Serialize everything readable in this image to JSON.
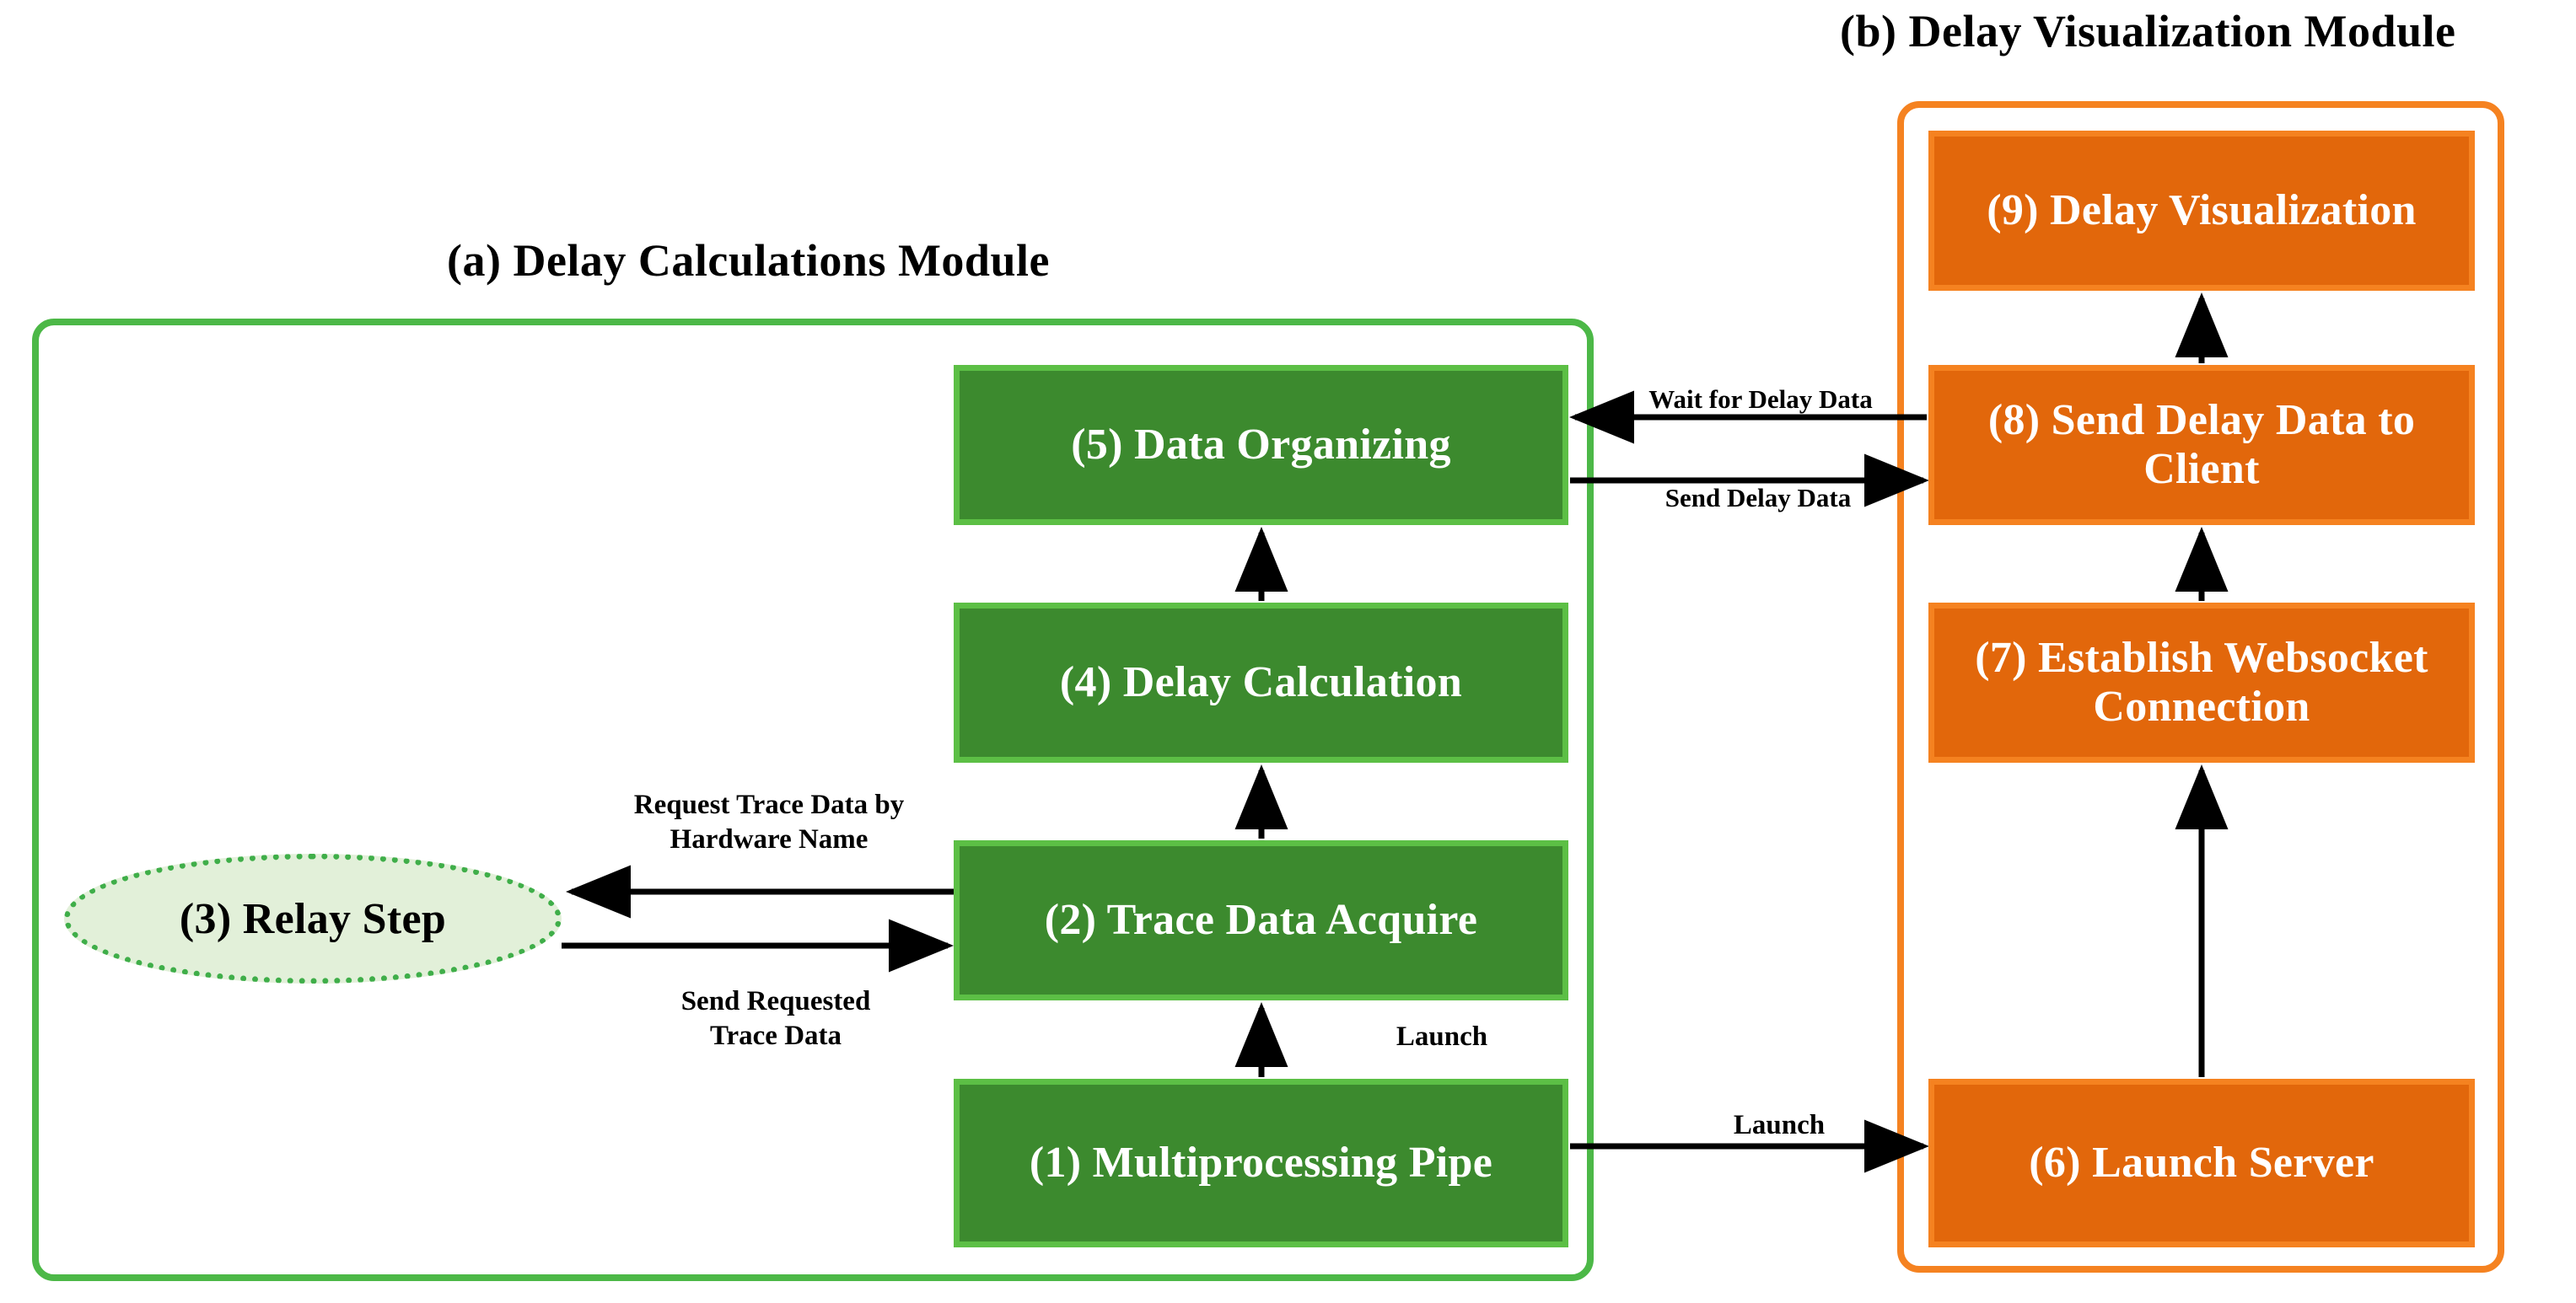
{
  "diagram": {
    "modules": [
      {
        "id": "a",
        "title": "(a) Delay Calculations  Module",
        "accent": "#4CB847"
      },
      {
        "id": "b",
        "title": "(b) Delay Visualization  Module",
        "accent": "#F58220"
      }
    ],
    "nodes": [
      {
        "id": "1",
        "label": "(1) Multiprocessing Pipe",
        "module": "a",
        "shape": "rect",
        "fill": "#3C8A2E",
        "border": "#5CBF45",
        "text_color": "#FFFFFF"
      },
      {
        "id": "2",
        "label": "(2) Trace Data Acquire",
        "module": "a",
        "shape": "rect",
        "fill": "#3C8A2E",
        "border": "#5CBF45",
        "text_color": "#FFFFFF"
      },
      {
        "id": "3",
        "label": "(3) Relay Step",
        "module": "a",
        "shape": "ellipse",
        "fill": "#E2F0D9",
        "border": "#3FAE49",
        "text_color": "#000000"
      },
      {
        "id": "4",
        "label": "(4) Delay Calculation",
        "module": "a",
        "shape": "rect",
        "fill": "#3C8A2E",
        "border": "#5CBF45",
        "text_color": "#FFFFFF"
      },
      {
        "id": "5",
        "label": "(5) Data Organizing",
        "module": "a",
        "shape": "rect",
        "fill": "#3C8A2E",
        "border": "#5CBF45",
        "text_color": "#FFFFFF"
      },
      {
        "id": "6",
        "label": "(6) Launch Server",
        "module": "b",
        "shape": "rect",
        "fill": "#E2670B",
        "border": "#F58220",
        "text_color": "#FFFFFF"
      },
      {
        "id": "7",
        "label": "(7) Establish Websocket\nConnection",
        "module": "b",
        "shape": "rect",
        "fill": "#E2670B",
        "border": "#F58220",
        "text_color": "#FFFFFF"
      },
      {
        "id": "8",
        "label": "(8) Send Delay Data\nto Client",
        "module": "b",
        "shape": "rect",
        "fill": "#E2670B",
        "border": "#F58220",
        "text_color": "#FFFFFF"
      },
      {
        "id": "9",
        "label": "(9) Delay Visualization",
        "module": "b",
        "shape": "rect",
        "fill": "#E2670B",
        "border": "#F58220",
        "text_color": "#FFFFFF"
      }
    ],
    "edges": [
      {
        "id": "e1",
        "from": "1",
        "to": "2",
        "label": "Launch",
        "direction": "up"
      },
      {
        "id": "e2",
        "from": "2",
        "to": "4",
        "label": "",
        "direction": "up"
      },
      {
        "id": "e3",
        "from": "4",
        "to": "5",
        "label": "",
        "direction": "up"
      },
      {
        "id": "e4",
        "from": "2",
        "to": "3",
        "label": "Request Trace Data by\nHardware Name",
        "direction": "left"
      },
      {
        "id": "e5",
        "from": "3",
        "to": "2",
        "label": "Send Requested\nTrace Data",
        "direction": "right"
      },
      {
        "id": "e6",
        "from": "1",
        "to": "6",
        "label": "Launch",
        "direction": "right"
      },
      {
        "id": "e7",
        "from": "6",
        "to": "7",
        "label": "",
        "direction": "up"
      },
      {
        "id": "e8",
        "from": "7",
        "to": "8",
        "label": "",
        "direction": "up"
      },
      {
        "id": "e9",
        "from": "8",
        "to": "9",
        "label": "",
        "direction": "up"
      },
      {
        "id": "e10",
        "from": "8",
        "to": "5",
        "label": "Wait for Delay Data",
        "direction": "left"
      },
      {
        "id": "e11",
        "from": "5",
        "to": "8",
        "label": "Send Delay Data",
        "direction": "right"
      }
    ],
    "edge_labels": {
      "wait_for_delay_data": "Wait for Delay Data",
      "send_delay_data": "Send Delay Data",
      "request_trace_data": "Request Trace Data by\nHardware Name",
      "send_requested_trace_data": "Send Requested\nTrace Data",
      "launch_pipe_to_acquire": "Launch",
      "launch_pipe_to_server": "Launch"
    },
    "colors": {
      "green_fill": "#3C8A2E",
      "green_border": "#5CBF45",
      "green_container": "#4CB847",
      "green_ellipse_fill": "#E2F0D9",
      "green_ellipse_border": "#3FAE49",
      "orange_fill": "#E2670B",
      "orange_border": "#F58220",
      "arrow": "#000000",
      "text_on_fill": "#FFFFFF",
      "text_label": "#000000",
      "background": "#FFFFFF"
    }
  }
}
